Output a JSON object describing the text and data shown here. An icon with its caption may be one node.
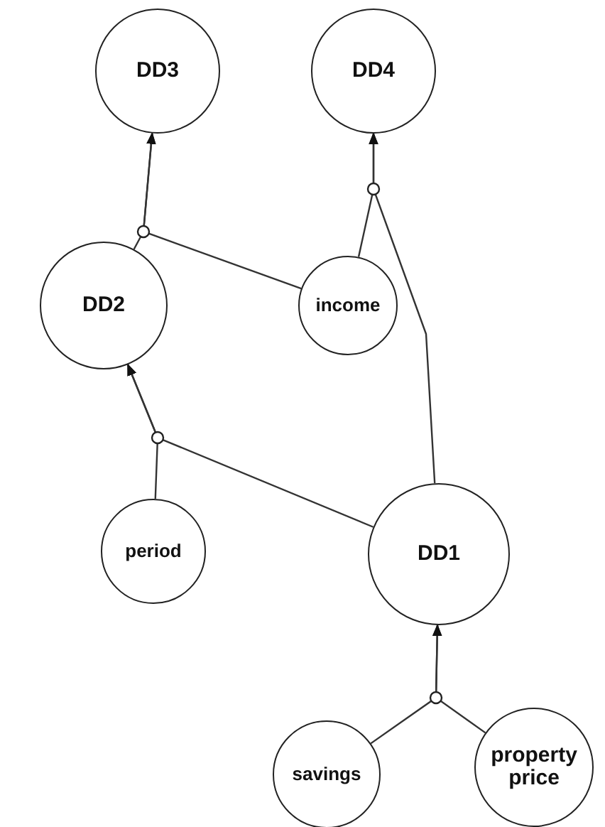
{
  "diagram": {
    "nodes": [
      {
        "text": [
          "DD3"
        ]
      },
      {
        "text": [
          "DD4"
        ]
      },
      {
        "text": [
          "DD2"
        ]
      },
      {
        "text": [
          "income"
        ]
      },
      {
        "text": [
          "period"
        ]
      },
      {
        "text": [
          "DD1"
        ]
      },
      {
        "text": [
          "savings"
        ]
      },
      {
        "text": [
          "property price"
        ]
      }
    ],
    "edges": [
      {
        "from": 2,
        "to": 0,
        "arrow": "to"
      },
      {
        "from": 3,
        "to": 0,
        "arrow": "to"
      },
      {
        "from": 3,
        "to": 1,
        "arrow": "to"
      },
      {
        "from": 5,
        "to": 1,
        "arrow": "to"
      },
      {
        "from": 4,
        "to": 2,
        "arrow": "to"
      },
      {
        "from": 5,
        "to": 2,
        "arrow": "to"
      },
      {
        "from": 6,
        "to": 5,
        "arrow": "to"
      },
      {
        "from": 7,
        "to": 5,
        "arrow": "to"
      }
    ]
  }
}
